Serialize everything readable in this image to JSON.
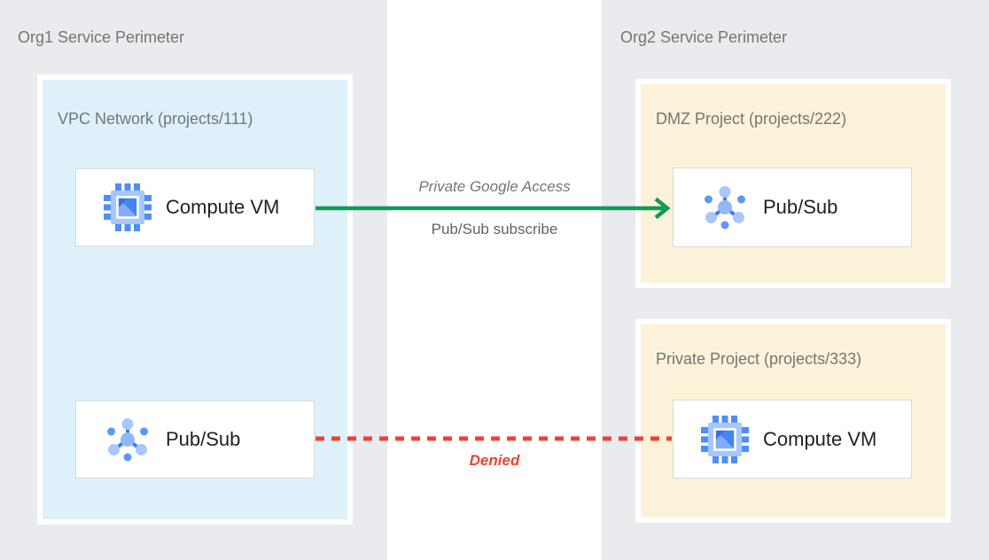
{
  "org1_panel": {
    "title": "Org1 Service Perimeter",
    "vpc_box": {
      "title": "VPC Network (projects/111)",
      "compute_vm": {
        "label": "Compute VM",
        "icon": "compute-engine-icon"
      },
      "pubsub": {
        "label": "Pub/Sub",
        "icon": "pubsub-icon"
      }
    }
  },
  "org2_panel": {
    "title": "Org2 Service Perimeter",
    "dmz_box": {
      "title": "DMZ Project (projects/222)",
      "pubsub": {
        "label": "Pub/Sub",
        "icon": "pubsub-icon"
      }
    },
    "private_box": {
      "title": "Private Project (projects/333)",
      "compute_vm": {
        "label": "Compute VM",
        "icon": "compute-engine-icon"
      }
    }
  },
  "connections": {
    "allowed": {
      "label_top": "Private Google Access",
      "label_bottom": "Pub/Sub subscribe",
      "style": "solid-arrow",
      "color": "#0f9b57"
    },
    "denied": {
      "label": "Denied",
      "style": "dashed",
      "color": "#ea4335"
    }
  },
  "colors": {
    "panel_bg": "#e9ebee",
    "vpc_bg": "#def1fb",
    "project_bg": "#fbf2d9",
    "card_border": "#d8dadd",
    "header_text": "#757575",
    "label_text": "#202124"
  }
}
